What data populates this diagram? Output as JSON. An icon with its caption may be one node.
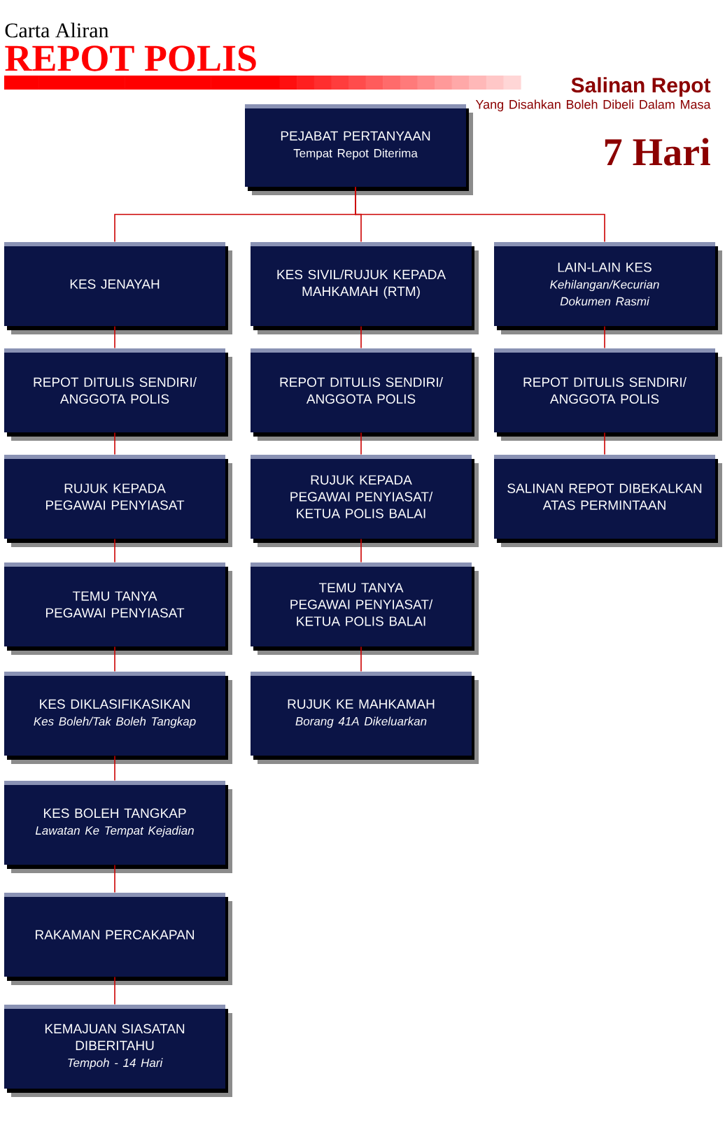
{
  "diagram": {
    "title": "REPOT POLIS",
    "nodes": [
      {
        "text": [
          "PEJABAT PERTANYAAN",
          "Tempat Repot Diterima"
        ]
      },
      {
        "text": [
          "KES JENAYAH"
        ]
      },
      {
        "text": [
          "REPOT DITULIS SENDIRI/ ANGGOTA POLIS"
        ]
      },
      {
        "text": [
          "RUJUK KEPADA PEGAWAI PENYIASAT"
        ]
      },
      {
        "text": [
          "TEMU TANYA PEGAWAI PENYIASAT"
        ]
      },
      {
        "text": [
          "KES DIKLASIFIKASIKAN",
          "Kes Boleh/Tak Boleh Tangkap"
        ]
      },
      {
        "text": [
          "KES BOLEH TANGKAP",
          "Lawatan Ke Tempat Kejadian"
        ]
      },
      {
        "text": [
          "RAKAMAN PERCAKAPAN"
        ]
      },
      {
        "text": [
          "KEMAJUAN SIASATAN DIBERITAHU",
          "Tempoh - 14 Hari"
        ]
      },
      {
        "text": [
          "KES SIVIL/RUJUK KEPADA MAHKAMAH (RTM)"
        ]
      },
      {
        "text": [
          "REPOT DITULIS SENDIRI/ ANGGOTA POLIS"
        ]
      },
      {
        "text": [
          "RUJUK KEPADA PEGAWAI PENYIASAT/ KETUA POLIS BALAI"
        ]
      },
      {
        "text": [
          "TEMU TANYA PEGAWAI PENYIASAT/ KETUA POLIS BALAI"
        ]
      },
      {
        "text": [
          "RUJUK KE MAHKAMAH",
          "Borang 41A Dikeluarkan"
        ]
      },
      {
        "text": [
          "LAIN-LAIN KES",
          "Kehilangan/Kecurian Dokumen Rasmi"
        ]
      },
      {
        "text": [
          "REPOT DITULIS SENDIRI/ ANGGOTA POLIS"
        ]
      },
      {
        "text": [
          "SALINAN REPOT DIBEKALKAN ATAS PERMINTAAN"
        ]
      }
    ],
    "edges": [
      {
        "from": 0,
        "to": 1,
        "arrow": "none"
      },
      {
        "from": 0,
        "to": 9,
        "arrow": "none"
      },
      {
        "from": 0,
        "to": 14,
        "arrow": "none"
      },
      {
        "from": 1,
        "to": 2,
        "arrow": "none"
      },
      {
        "from": 2,
        "to": 3,
        "arrow": "none"
      },
      {
        "from": 3,
        "to": 4,
        "arrow": "none"
      },
      {
        "from": 4,
        "to": 5,
        "arrow": "none"
      },
      {
        "from": 5,
        "to": 6,
        "arrow": "none"
      },
      {
        "from": 6,
        "to": 7,
        "arrow": "none"
      },
      {
        "from": 7,
        "to": 8,
        "arrow": "none"
      },
      {
        "from": 9,
        "to": 10,
        "arrow": "none"
      },
      {
        "from": 10,
        "to": 11,
        "arrow": "none"
      },
      {
        "from": 11,
        "to": 12,
        "arrow": "none"
      },
      {
        "from": 12,
        "to": 13,
        "arrow": "none"
      },
      {
        "from": 14,
        "to": 15,
        "arrow": "none"
      },
      {
        "from": 15,
        "to": 16,
        "arrow": "none"
      }
    ],
    "labels": [
      "Carta Aliran",
      "Salinan Repot",
      "Yang Disahkan Boleh Dibeli Dalam Masa",
      "7 Hari"
    ]
  }
}
